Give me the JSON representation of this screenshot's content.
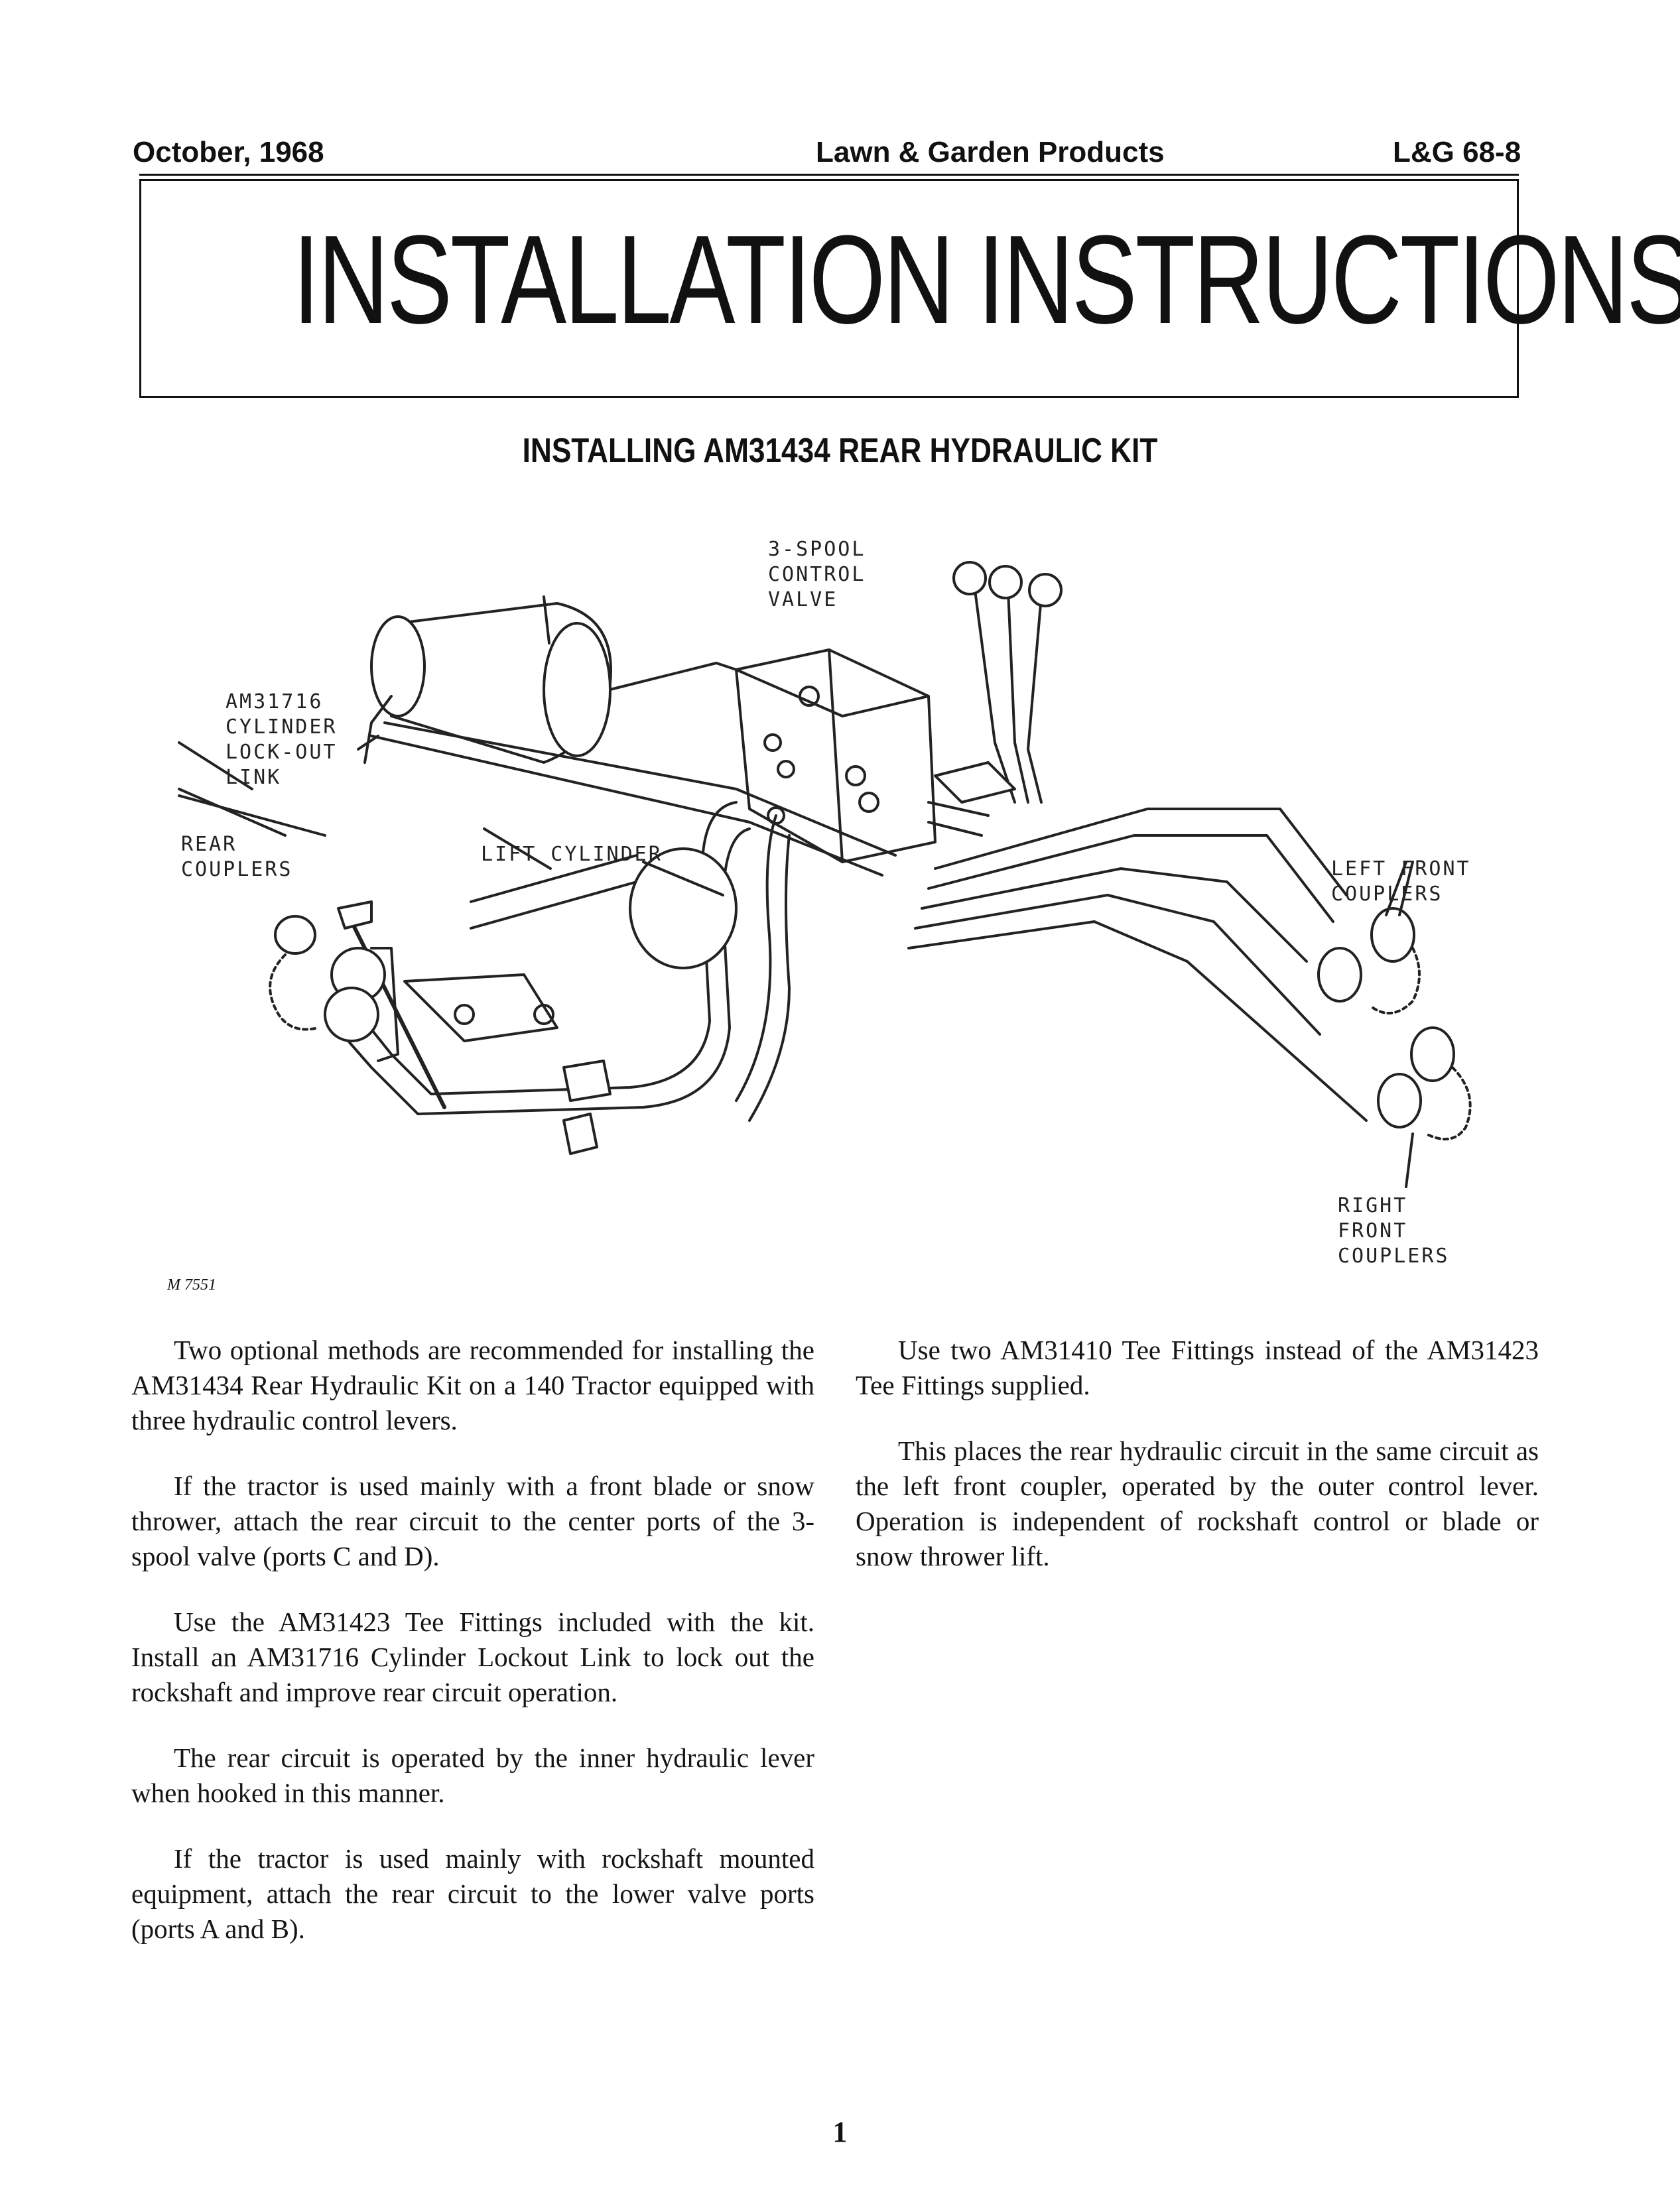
{
  "header": {
    "date": "October, 1968",
    "center": "Lawn & Garden Products",
    "code": "L&G 68-8"
  },
  "title": "INSTALLATION INSTRUCTIONS",
  "subtitle": "INSTALLING AM31434 REAR HYDRAULIC KIT",
  "figure": {
    "labels": {
      "spool_valve": "3-SPOOL\nCONTROL\nVALVE",
      "lockout_link": "AM31716\nCYLINDER\nLOCK-OUT\nLINK",
      "rear_couplers": "REAR\nCOUPLERS",
      "lift_cylinder": "LIFT CYLINDER",
      "left_front_couplers": "LEFT FRONT\nCOUPLERS",
      "right_front_couplers": "RIGHT\nFRONT\nCOUPLERS"
    },
    "fig_id": "M 7551"
  },
  "left_column": [
    "Two optional methods are recommended for installing the AM31434 Rear Hydraulic Kit on a 140 Tractor equipped with three hydraulic control levers.",
    "If the tractor is used mainly with a front blade or snow thrower, attach the rear circuit to the center ports of the 3-spool valve (ports C and D).",
    "Use the AM31423 Tee Fittings included with the kit. Install an AM31716 Cylinder Lockout Link to lock out the rockshaft and improve rear circuit operation.",
    "The rear circuit is operated by the inner hydraulic lever when hooked in this manner.",
    "If the tractor is used mainly with rockshaft mounted equipment, attach the rear circuit to the lower valve ports (ports A and B)."
  ],
  "right_column": [
    "Use two AM31410 Tee Fittings instead of the AM31423 Tee Fittings supplied.",
    "This places the rear hydraulic circuit in the same circuit as the left front coupler, operated by the outer control lever. Operation is independent of rockshaft control or blade or snow thrower lift."
  ],
  "page_number": "1"
}
